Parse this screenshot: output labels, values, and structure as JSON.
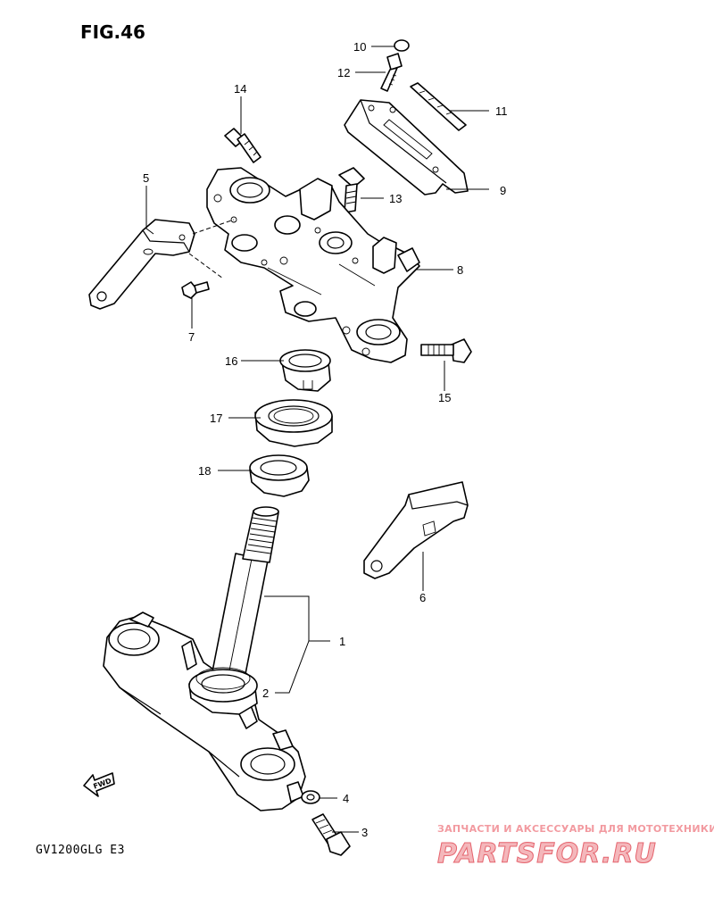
{
  "figure": {
    "title": "FIG.46",
    "model_code": "GV1200GLG E3",
    "fwd_label": "FWD"
  },
  "callouts": [
    {
      "id": "c1",
      "label": "1"
    },
    {
      "id": "c2",
      "label": "2"
    },
    {
      "id": "c3",
      "label": "3"
    },
    {
      "id": "c4",
      "label": "4"
    },
    {
      "id": "c5",
      "label": "5"
    },
    {
      "id": "c6",
      "label": "6"
    },
    {
      "id": "c7",
      "label": "7"
    },
    {
      "id": "c8",
      "label": "8"
    },
    {
      "id": "c9",
      "label": "9"
    },
    {
      "id": "c10",
      "label": "10"
    },
    {
      "id": "c11",
      "label": "11"
    },
    {
      "id": "c12",
      "label": "12"
    },
    {
      "id": "c13",
      "label": "13"
    },
    {
      "id": "c14",
      "label": "14"
    },
    {
      "id": "c15",
      "label": "15"
    },
    {
      "id": "c16",
      "label": "16"
    },
    {
      "id": "c17",
      "label": "17"
    },
    {
      "id": "c18",
      "label": "18"
    }
  ],
  "watermark": {
    "tagline": "ЗАПЧАСТИ И АКСЕССУАРЫ ДЛЯ МОТОТЕХНИКИ",
    "brand": "PARTSFOR.RU",
    "colors": {
      "fill": "#f4b7bb",
      "stroke": "#e5646e"
    }
  }
}
